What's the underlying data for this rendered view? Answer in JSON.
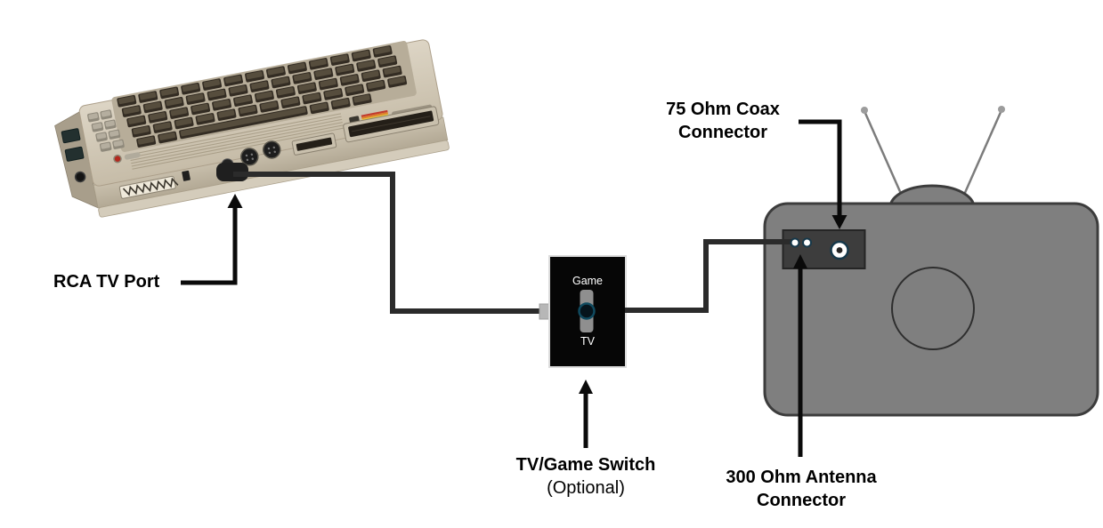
{
  "labels": {
    "rca_port": "RCA TV Port",
    "coax_connector": "75 Ohm Coax\nConnector",
    "switch_title": "TV/Game Switch",
    "switch_note": "(Optional)",
    "antenna_connector": "300 Ohm Antenna\nConnector"
  },
  "switch": {
    "game": "Game",
    "tv": "TV"
  },
  "colors": {
    "cable": "#2b2b2b",
    "callout_line": "#0a0a0a",
    "tv_body": "#7f7f7f",
    "tv_outline": "#3c3c3c",
    "tv_panel": "#3d3d3d",
    "connector_ring": "#16384a",
    "switch_body": "#060606",
    "switch_track": "#8f8f8f",
    "plug_gray": "#b7b7b7",
    "computer_beige": "#cfc5b1",
    "key_brown": "#332c23",
    "label_text": "#000000"
  }
}
